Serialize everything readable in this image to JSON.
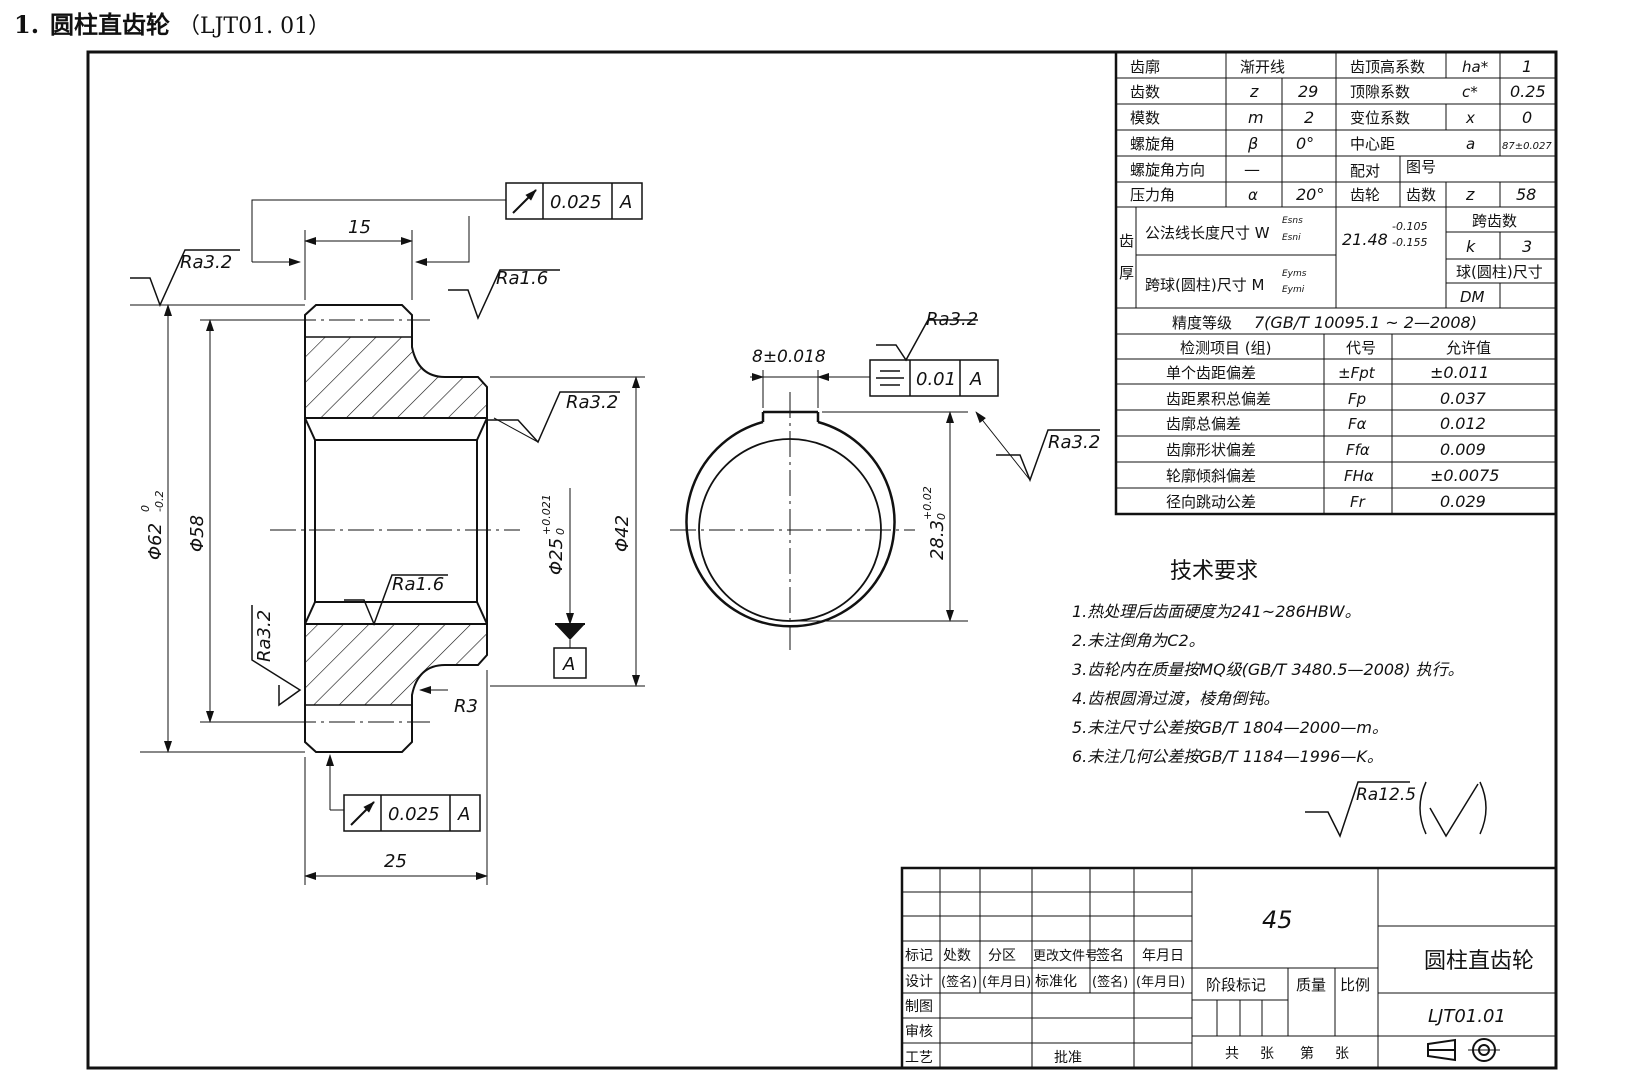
{
  "heading": {
    "number": "1.",
    "title": "圆柱直齿轮",
    "code": "（LJT01. 01）"
  },
  "params": {
    "r1": {
      "label": "齿廓",
      "value": "渐开线",
      "label2": "齿顶高系数",
      "sym": "ha*",
      "val2": "1"
    },
    "r2": {
      "label": "齿数",
      "sym": "z",
      "value": "29",
      "label2": "顶隙系数",
      "sym2": "c*",
      "val2": "0.25"
    },
    "r3": {
      "label": "模数",
      "sym": "m",
      "value": "2",
      "label2": "变位系数",
      "sym2": "x",
      "val2": "0"
    },
    "r4": {
      "label": "螺旋角",
      "sym": "β",
      "value": "0°",
      "label2": "中心距",
      "sym2": "a",
      "val2": "87±0.027"
    },
    "r5": {
      "label": "螺旋角方向",
      "sym": "—",
      "label2a": "配对",
      "label2b": "图号"
    },
    "r6": {
      "label": "压力角",
      "sym": "α",
      "value": "20°",
      "label2a": "齿轮",
      "label2b": "齿数",
      "sym2": "z",
      "val2": "58"
    },
    "thick": {
      "t1": "齿",
      "t2": "厚"
    },
    "wn": {
      "label": "公法线长度尺寸 W",
      "sup": "Esns",
      "sub": "Esni",
      "value": "21.48",
      "upper": "-0.105",
      "lower": "-0.155",
      "span_label": "跨齿数",
      "span_sym": "k",
      "span_val": "3"
    },
    "mm": {
      "label": "跨球(圆柱)尺寸 M",
      "sup": "Eyms",
      "sub": "Eymi",
      "ball_label": "球(圆柱)尺寸",
      "ball_sym": "DM"
    },
    "grade": {
      "label": "精度等级",
      "value": "7(GB/T 10095.1 ~ 2—2008)"
    },
    "insp_header": {
      "item": "检测项目 (组)",
      "code": "代号",
      "allow": "允许值"
    },
    "insp": [
      {
        "item": "单个齿距偏差",
        "code": "±Fpt",
        "allow": "±0.011"
      },
      {
        "item": "齿距累积总偏差",
        "code": "Fp",
        "allow": "0.037"
      },
      {
        "item": "齿廓总偏差",
        "code": "Fα",
        "allow": "0.012"
      },
      {
        "item": "齿廓形状偏差",
        "code": "Ffα",
        "allow": "0.009"
      },
      {
        "item": "轮廓倾斜偏差",
        "code": "FHα",
        "allow": "±0.0075"
      },
      {
        "item": "径向跳动公差",
        "code": "Fr",
        "allow": "0.029"
      }
    ]
  },
  "requirements": {
    "title": "技术要求",
    "items": [
      "1.热处理后齿面硬度为241~286HBW。",
      "2.未注倒角为C2。",
      "3.齿轮内在质量按MQ级(GB/T 3480.5—2008) 执行。",
      "4.齿根圆滑过渡，棱角倒钝。",
      "5.未注尺寸公差按GB/T 1804—2000—m。",
      "6.未注几何公差按GB/T 1184—1996—K。"
    ],
    "roughness": "Ra12.5"
  },
  "dims": {
    "w15": "15",
    "w25": "25",
    "d62": "Φ62",
    "d62_up": "0",
    "d62_low": "-0.2",
    "d58": "Φ58",
    "d25": "Φ25",
    "d25_up": "+0.021",
    "d25_low": "0",
    "d42": "Φ42",
    "key": "8±0.018",
    "k283": "28.3",
    "k283_up": "+0.02",
    "k283_low": "0",
    "r3": "R3"
  },
  "roughness_marks": {
    "a": "Ra3.2",
    "b": "Ra1.6",
    "c": "Ra3.2",
    "d": "Ra1.6",
    "e": "Ra3.2",
    "f": "Ra3.2",
    "g": "Ra3.2"
  },
  "tolerances": {
    "runout_top": {
      "value": "0.025",
      "datum": "A"
    },
    "runout_bottom": {
      "value": "0.025",
      "datum": "A"
    },
    "symmetry": {
      "value": "0.01",
      "datum": "A"
    },
    "datum_label": "A"
  },
  "title_block": {
    "material": "45",
    "part_name": "圆柱直齿轮",
    "drawing_no": "LJT01.01",
    "row_mark": [
      "标记",
      "处数",
      "分区",
      "更改文件号",
      "签名",
      "年月日"
    ],
    "row_design": [
      "设计",
      "(签名)",
      "(年月日)",
      "标准化",
      "(签名)",
      "(年月日)"
    ],
    "draw": "制图",
    "check": "审核",
    "craft": "工艺",
    "approve": "批准",
    "stage": "阶段标记",
    "mass": "质量",
    "scale": "比例",
    "sheets_total": "共",
    "sheets_unit1": "张",
    "sheet_no": "第",
    "sheets_unit2": "张"
  }
}
